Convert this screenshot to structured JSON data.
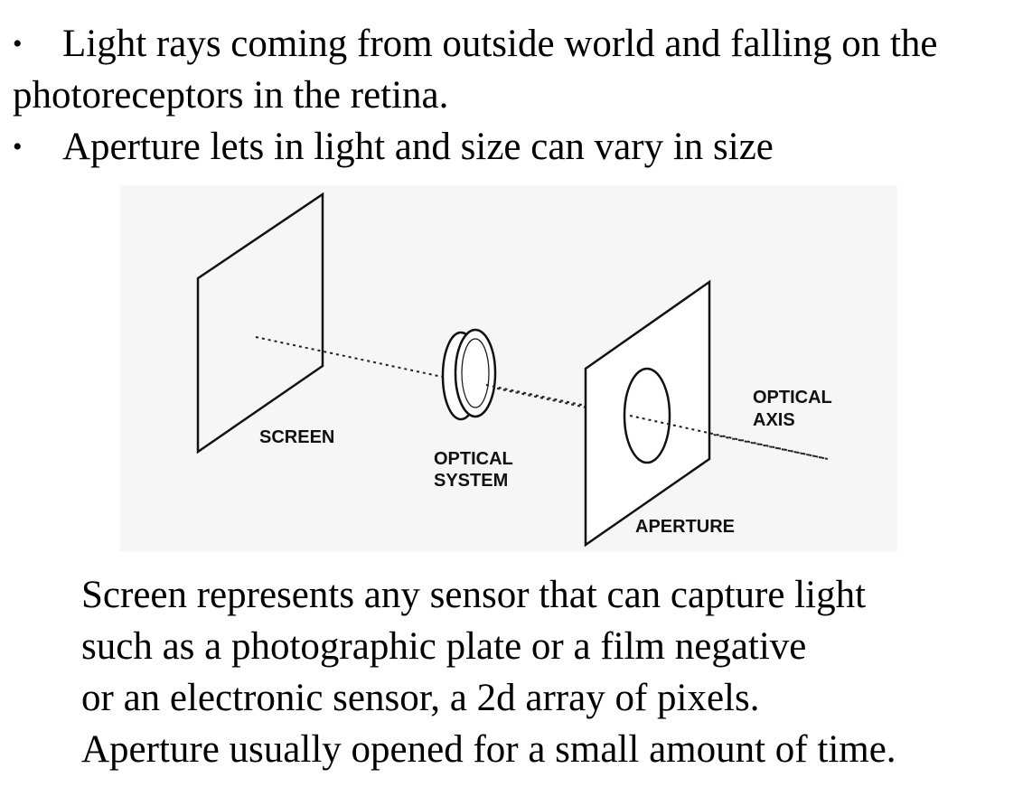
{
  "bullets": [
    {
      "line1": "Light rays coming from outside world and falling on the",
      "line2": "photoreceptors in the retina."
    },
    {
      "line1": "Aperture lets in light and size can vary in size"
    }
  ],
  "bullet_glyph": "•",
  "diagram": {
    "labels": {
      "screen": "SCREEN",
      "optical_system_1": "OPTICAL",
      "optical_system_2": "SYSTEM",
      "optical_axis_1": "OPTICAL",
      "optical_axis_2": "AXIS",
      "aperture": "APERTURE"
    }
  },
  "caption": [
    "Screen represents any sensor that can capture light",
    "such as a photographic plate or a film negative",
    "or an electronic sensor, a 2d array of pixels.",
    "Aperture usually opened for a small amount of time."
  ]
}
